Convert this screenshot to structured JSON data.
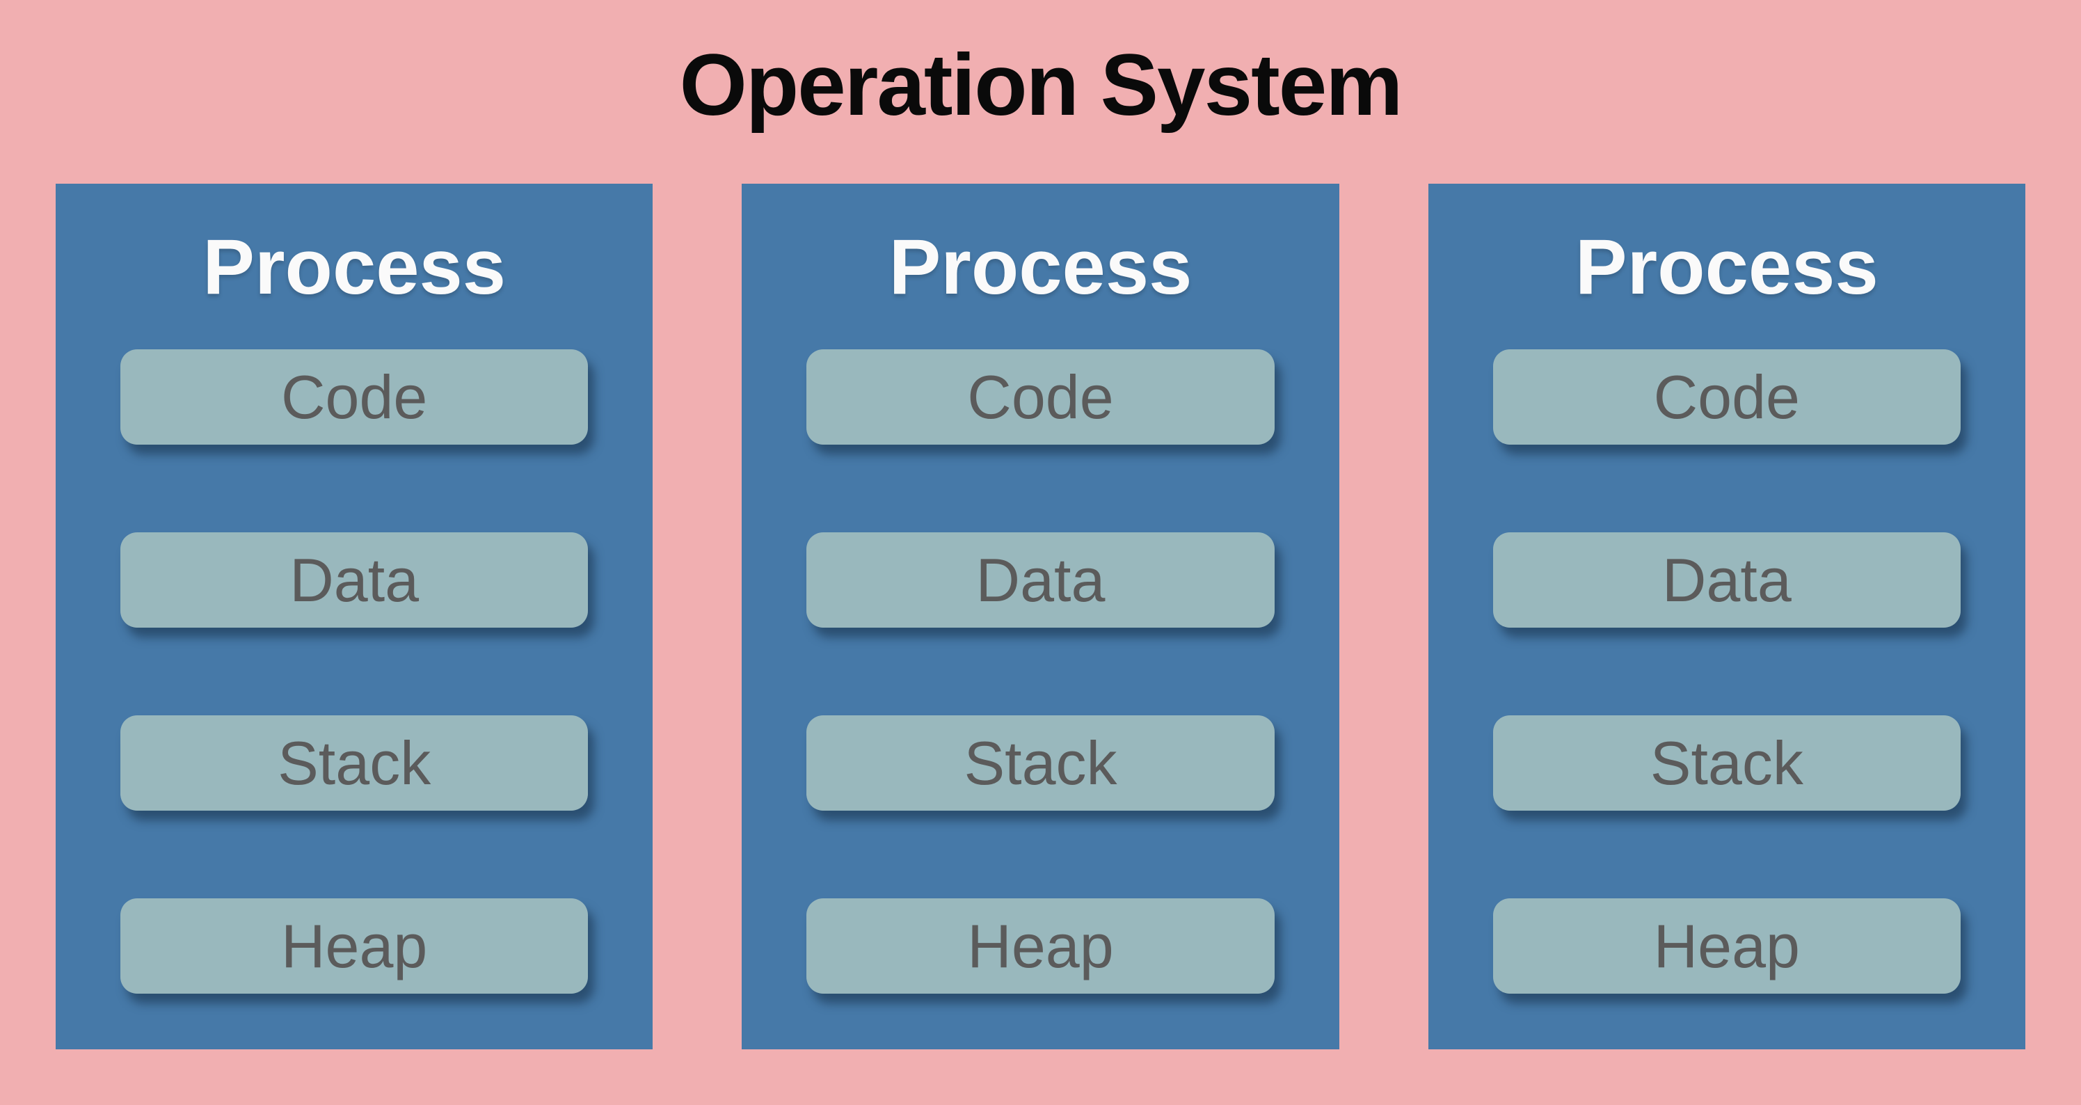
{
  "title": "Operation System",
  "colors": {
    "background": "#F1AFB1",
    "panel": "#4679A8",
    "memory_block": "#99B8BD",
    "memory_label": "#5B5B5B",
    "panel_title": "#FAFAFA",
    "main_title": "#0A0A0A"
  },
  "panels": [
    {
      "title": "Process",
      "rows": [
        "Code",
        "Data",
        "Stack",
        "Heap"
      ]
    },
    {
      "title": "Process",
      "rows": [
        "Code",
        "Data",
        "Stack",
        "Heap"
      ]
    },
    {
      "title": "Process",
      "rows": [
        "Code",
        "Data",
        "Stack",
        "Heap"
      ]
    }
  ]
}
